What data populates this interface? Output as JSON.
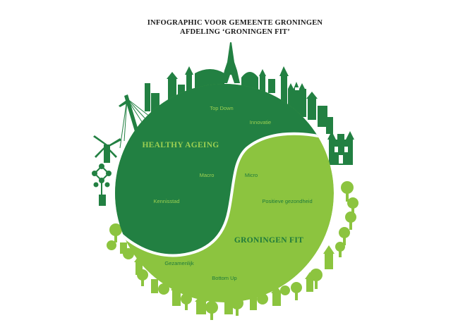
{
  "header": {
    "line1": "INFOGRAPHIC VOOR GEMEENTE GRONINGEN",
    "line2": "AFDELING ‘GRONINGEN FIT’"
  },
  "diagram": {
    "dark_section": {
      "title": "HEALTHY AGEING",
      "labels": [
        "Top Down",
        "Innovatie",
        "Macro",
        "Kennisstad"
      ]
    },
    "light_section": {
      "title": "GRONINGEN FIT",
      "labels": [
        "Micro",
        "Positieve gezondheid",
        "Gezamenlijk",
        "Bottom Up"
      ]
    }
  },
  "colors": {
    "dark_green": "#228042",
    "light_green": "#8cc43f",
    "dark_label": "#9ccf52",
    "light_label": "#1f7a3c",
    "divider": "#ffffff"
  }
}
